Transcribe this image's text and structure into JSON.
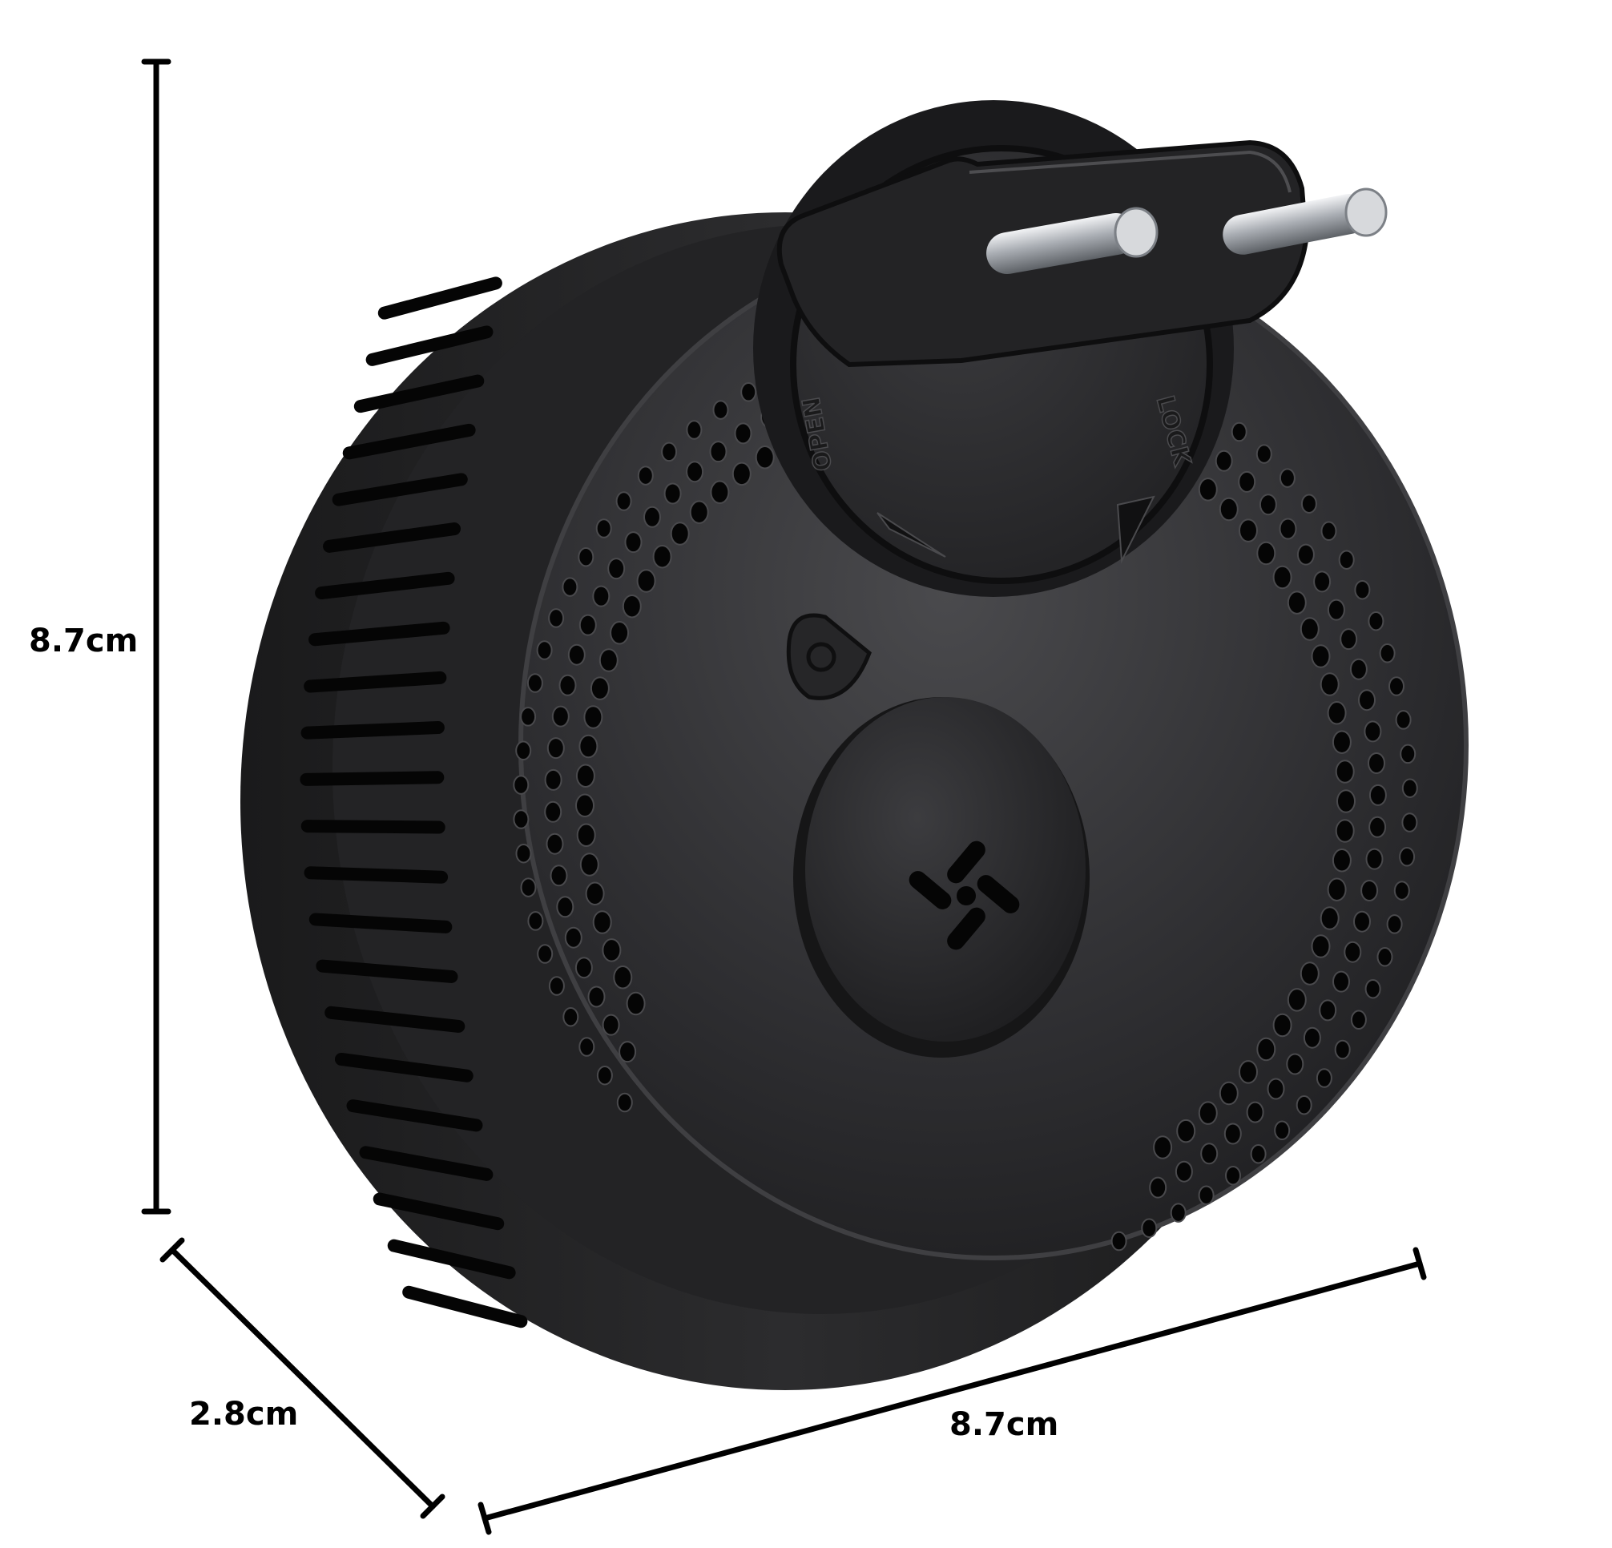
{
  "dimensions": {
    "height_label": "8.7cm",
    "depth_label": "2.8cm",
    "width_label": "8.7cm"
  },
  "plug_cover": {
    "open_text": "OPEN",
    "lock_text": "LOCK"
  },
  "colors": {
    "body": "#2b2b2d",
    "body_dark": "#141415",
    "body_rim": "#3c3c3f",
    "vent_hole": "#050505",
    "pin_metal": "#c9ccd0",
    "dimension_line": "#000000",
    "background": "#ffffff"
  }
}
